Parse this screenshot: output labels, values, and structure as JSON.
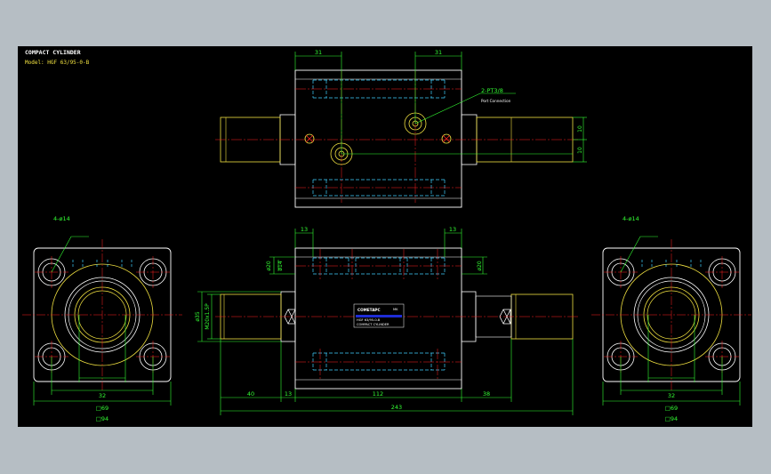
{
  "title": "COMPACT CYLINDER",
  "model": "Model: HGF 63/95-0-B",
  "colors": {
    "background": "#000000",
    "frame": "#b6bec4",
    "body_outline": "#ffffff",
    "shaft": "#f0e040",
    "center_line": "#ff2020",
    "hidden_line": "#3fd0ff",
    "dimension": "#33ff33",
    "label_plate": "#1e2cd6"
  },
  "top_view": {
    "dim_left": "31",
    "dim_right": "31",
    "port_note": "2-PT3/8",
    "port_sub": "Port Connection",
    "dim_rod_a": "10",
    "dim_rod_b": "10"
  },
  "front_view": {
    "dim_left_top": "13",
    "dim_right_top": "13",
    "dim_hole_left": "ø20",
    "dim_hole_inner": "ø14",
    "dim_hole_right": "ø20",
    "dim_rod_dia": "ø35",
    "dim_thread": "M20x1.5P",
    "plate_brand": "COMETAPC",
    "plate_mark": "MK",
    "plate_model": "HGF 63/95-0-B",
    "plate_name": "COMPACT CYLINDER",
    "dim_40": "40",
    "dim_13": "13",
    "dim_112": "112",
    "dim_38": "38",
    "dim_243": "243"
  },
  "left_view": {
    "holes": "4-ø14",
    "dim_32": "32",
    "dim_69": "□69",
    "dim_94": "□94"
  },
  "right_view": {
    "holes": "4-ø14",
    "dim_32": "32",
    "dim_69": "□69",
    "dim_94": "□94"
  }
}
